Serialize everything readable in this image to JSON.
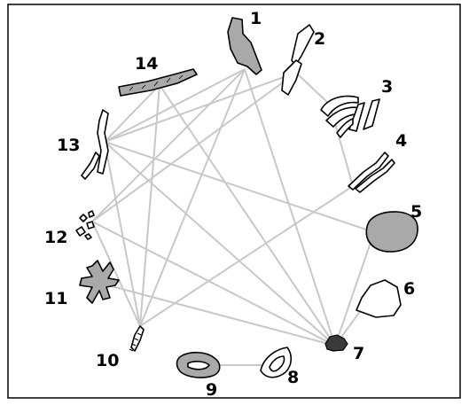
{
  "diagram": {
    "nodes": [
      {
        "id": 1,
        "label": "1"
      },
      {
        "id": 2,
        "label": "2"
      },
      {
        "id": 3,
        "label": "3"
      },
      {
        "id": 4,
        "label": "4"
      },
      {
        "id": 5,
        "label": "5"
      },
      {
        "id": 6,
        "label": "6"
      },
      {
        "id": 7,
        "label": "7"
      },
      {
        "id": 8,
        "label": "8"
      },
      {
        "id": 9,
        "label": "9"
      },
      {
        "id": 10,
        "label": "10"
      },
      {
        "id": 11,
        "label": "11"
      },
      {
        "id": 12,
        "label": "12"
      },
      {
        "id": 13,
        "label": "13"
      },
      {
        "id": 14,
        "label": "14"
      }
    ],
    "edges": [
      [
        1,
        10
      ],
      [
        1,
        7
      ],
      [
        1,
        12
      ],
      [
        1,
        13
      ],
      [
        2,
        3
      ],
      [
        2,
        13
      ],
      [
        2,
        12
      ],
      [
        3,
        4
      ],
      [
        4,
        10
      ],
      [
        5,
        13
      ],
      [
        5,
        7
      ],
      [
        6,
        7
      ],
      [
        7,
        11
      ],
      [
        7,
        12
      ],
      [
        7,
        13
      ],
      [
        7,
        14
      ],
      [
        8,
        9
      ],
      [
        10,
        12
      ],
      [
        10,
        13
      ],
      [
        10,
        14
      ],
      [
        13,
        14
      ]
    ],
    "colors": {
      "edge": "#c8c8c8",
      "shape_fill": "#a9a9a9",
      "outline": "#000000"
    }
  }
}
